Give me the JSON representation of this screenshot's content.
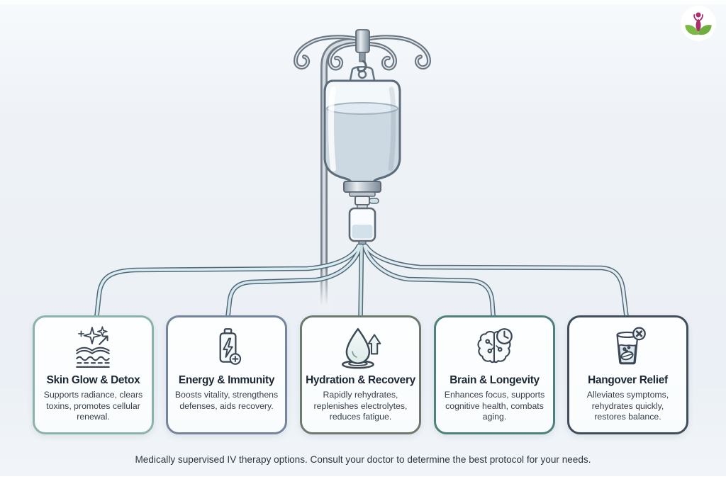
{
  "page": {
    "caption": "Medically supervised IV therapy options. Consult your doctor to determine the best protocol for your needs.",
    "background_color": "#edf1f6"
  },
  "logo": {
    "name": "wellness-leaf-figure-logo",
    "leaf_color": "#7cb944",
    "figure_color": "#a82e6c"
  },
  "illustration": {
    "parts": [
      "iv-pole-with-four-hooks",
      "hanging-iv-fluid-bag",
      "drip-chamber",
      "five-branching-tubes"
    ],
    "metal_color": "#97a4af",
    "outline_color": "#5c6873",
    "liquid_color": "#ccd8e2",
    "tube_outline_color": "#51697a"
  },
  "cards": [
    {
      "title": "Skin Glow & Detox",
      "description": "Supports radiance, clears toxins, promotes cellular renewal.",
      "icon": "skin-sparkle-icon",
      "border_color": "#8cb3ab"
    },
    {
      "title": "Energy & Immunity",
      "description": "Boosts vitality, strengthens defenses, aids recovery.",
      "icon": "battery-bolt-icon",
      "border_color": "#74859d"
    },
    {
      "title": "Hydration & Recovery",
      "description": "Rapidly rehydrates, replenishes electrolytes, reduces fatigue.",
      "icon": "water-drop-arrow-icon",
      "border_color": "#6f7a6e"
    },
    {
      "title": "Brain & Longevity",
      "description": "Enhances focus, supports cognitive health, combats aging.",
      "icon": "brain-clock-icon",
      "border_color": "#4e807c"
    },
    {
      "title": "Hangover Relief",
      "description": "Alleviates symptoms, rehydrates quickly, restores balance.",
      "icon": "glass-tablet-icon",
      "border_color": "#414d59"
    }
  ]
}
